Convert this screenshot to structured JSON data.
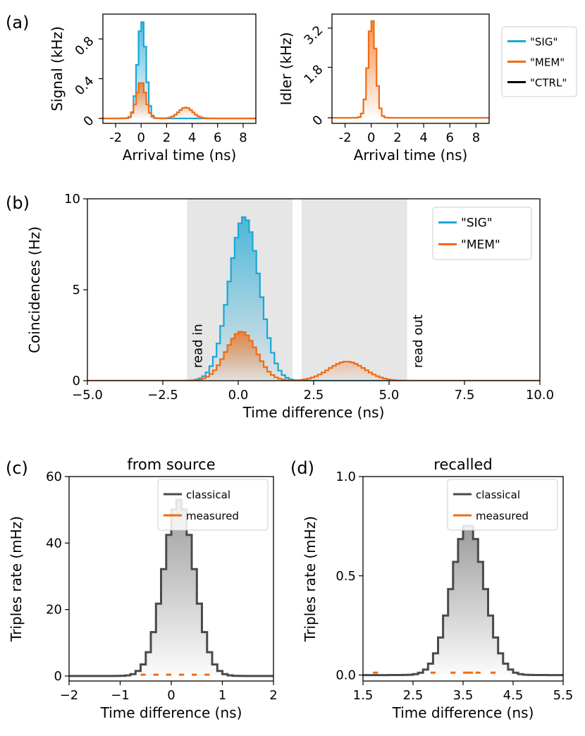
{
  "colors": {
    "sig": "#1aa7d6",
    "mem": "#f26b11",
    "ctrl": "#000000",
    "classical": "#4a4a4a",
    "window": "#e6e6e6"
  },
  "chart_data": [
    {
      "id": "a-signal",
      "panel_label": "(a)",
      "type": "line",
      "style": "step-filled",
      "xlabel": "Arrival time (ns)",
      "ylabel": "Signal (kHz)",
      "xlim": [
        -3,
        9
      ],
      "ylim": [
        -0.05,
        1.05
      ],
      "xticks": [
        -2,
        0,
        2,
        4,
        6,
        8
      ],
      "xticklabels": [
        "-2",
        "0",
        "2",
        "4",
        "6",
        "8"
      ],
      "yticks": [
        0,
        0.4,
        0.8
      ],
      "yticklabels": [
        "0",
        "0.4",
        "0.8"
      ],
      "ytick_rotation": 45,
      "bin_width": 0.2,
      "series": [
        {
          "name": "\"SIG\"",
          "color_key": "sig",
          "peaks": [
            {
              "center": 0.05,
              "amp": 0.98,
              "sigma": 0.32
            }
          ]
        },
        {
          "name": "\"MEM\"",
          "color_key": "mem",
          "peaks": [
            {
              "center": 0.0,
              "amp": 0.37,
              "sigma": 0.36
            },
            {
              "center": 3.5,
              "amp": 0.11,
              "sigma": 0.55
            }
          ]
        },
        {
          "name": "\"CTRL\"",
          "color_key": "ctrl",
          "peaks": []
        }
      ]
    },
    {
      "id": "a-idler",
      "type": "line",
      "style": "step-filled",
      "xlabel": "Arrival time (ns)",
      "ylabel": "Idler (kHz)",
      "xlim": [
        -3,
        9
      ],
      "ylim": [
        -0.2,
        3.7
      ],
      "xticks": [
        -2,
        0,
        2,
        4,
        6,
        8
      ],
      "xticklabels": [
        "-2",
        "0",
        "2",
        "4",
        "6",
        "8"
      ],
      "yticks": [
        0,
        1.8,
        3.2
      ],
      "yticklabels": [
        "0",
        "1.8",
        "3.2"
      ],
      "ytick_rotation": 45,
      "bin_width": 0.2,
      "series": [
        {
          "name": "\"MEM\"",
          "color_key": "mem",
          "peaks": [
            {
              "center": 0.05,
              "amp": 3.5,
              "sigma": 0.3
            }
          ]
        }
      ],
      "legend": {
        "position": "right-outside",
        "entries": [
          {
            "label": "\"SIG\"",
            "color_key": "sig"
          },
          {
            "label": "\"MEM\"",
            "color_key": "mem"
          },
          {
            "label": "\"CTRL\"",
            "color_key": "ctrl"
          }
        ]
      }
    },
    {
      "id": "b",
      "panel_label": "(b)",
      "type": "line",
      "style": "step-filled",
      "xlabel": "Time difference (ns)",
      "ylabel": "Coincidences (Hz)",
      "xlim": [
        -5,
        10
      ],
      "ylim": [
        0,
        10
      ],
      "xticks": [
        -5,
        -2.5,
        0,
        2.5,
        5,
        7.5,
        10
      ],
      "xticklabels": [
        "−5.0",
        "−2.5",
        "0.0",
        "2.5",
        "5.0",
        "7.5",
        "10.0"
      ],
      "yticks": [
        0,
        5,
        10
      ],
      "yticklabels": [
        "0",
        "5",
        "10"
      ],
      "bin_width": 0.12,
      "windows": [
        [
          -1.7,
          1.8
        ],
        [
          2.1,
          5.6
        ]
      ],
      "annotations": [
        {
          "text": "read in",
          "x": -1.2,
          "y": 0.7
        },
        {
          "text": "read out",
          "x": 6.1,
          "y": 0.7
        }
      ],
      "series": [
        {
          "name": "\"SIG\"",
          "color_key": "sig",
          "peaks": [
            {
              "center": 0.2,
              "amp": 9.0,
              "sigma": 0.5
            }
          ]
        },
        {
          "name": "\"MEM\"",
          "color_key": "mem",
          "peaks": [
            {
              "center": 0.1,
              "amp": 2.7,
              "sigma": 0.5
            },
            {
              "center": 3.6,
              "amp": 1.05,
              "sigma": 0.6
            }
          ]
        }
      ],
      "legend": {
        "position": "upper-right",
        "entries": [
          {
            "label": "\"SIG\"",
            "color_key": "sig"
          },
          {
            "label": "\"MEM\"",
            "color_key": "mem"
          }
        ]
      }
    },
    {
      "id": "c",
      "panel_label": "(c)",
      "type": "line",
      "style": "step-filled",
      "title": "from source",
      "xlabel": "Time difference (ns)",
      "ylabel": "Triples rate (mHz)",
      "xlim": [
        -2,
        2
      ],
      "ylim": [
        -1.5,
        60
      ],
      "xticks": [
        -2,
        -1,
        0,
        1,
        2
      ],
      "xticklabels": [
        "−2",
        "−1",
        "0",
        "1",
        "2"
      ],
      "yticks": [
        0,
        20,
        40,
        60
      ],
      "yticklabels": [
        "0",
        "20",
        "40",
        "60"
      ],
      "bin_width": 0.1,
      "series": [
        {
          "name": "classical",
          "color_key": "classical",
          "peaks": [
            {
              "center": 0.15,
              "amp": 53,
              "sigma": 0.3
            }
          ]
        },
        {
          "name": "measured",
          "color_key": "mem",
          "dashes": [
            [
              -0.6,
              -0.5
            ],
            [
              -0.35,
              -0.25
            ],
            [
              -0.1,
              0.0
            ],
            [
              0.15,
              0.25
            ],
            [
              0.4,
              0.5
            ],
            [
              0.65,
              0.75
            ]
          ],
          "level": 0.4
        }
      ],
      "legend": {
        "position": "upper-right",
        "entries": [
          {
            "label": "classical",
            "color_key": "classical"
          },
          {
            "label": "measured",
            "color_key": "mem"
          }
        ]
      }
    },
    {
      "id": "d",
      "panel_label": "(d)",
      "type": "line",
      "style": "step-filled",
      "title": "recalled",
      "xlabel": "Time difference (ns)",
      "ylabel": "Triples rate (mHz)",
      "xlim": [
        1.5,
        5.5
      ],
      "ylim": [
        -0.03,
        1.0
      ],
      "xticks": [
        1.5,
        2.5,
        3.5,
        4.5,
        5.5
      ],
      "xticklabels": [
        "1.5",
        "2.5",
        "3.5",
        "4.5",
        "5.5"
      ],
      "yticks": [
        0,
        0.5,
        1.0
      ],
      "yticklabels": [
        "0.0",
        "0.5",
        "1.0"
      ],
      "bin_width": 0.1,
      "series": [
        {
          "name": "classical",
          "color_key": "classical",
          "peaks": [
            {
              "center": 3.6,
              "amp": 0.76,
              "sigma": 0.33
            }
          ]
        },
        {
          "name": "measured",
          "color_key": "mem",
          "dashes": [
            [
              1.7,
              1.8
            ],
            [
              2.85,
              2.95
            ],
            [
              3.25,
              3.35
            ],
            [
              3.5,
              3.6
            ],
            [
              3.6,
              3.7
            ],
            [
              3.75,
              3.85
            ],
            [
              4.05,
              4.15
            ]
          ],
          "level": 0.012
        }
      ],
      "legend": {
        "position": "upper-right",
        "entries": [
          {
            "label": "classical",
            "color_key": "classical"
          },
          {
            "label": "measured",
            "color_key": "mem"
          }
        ]
      }
    }
  ]
}
